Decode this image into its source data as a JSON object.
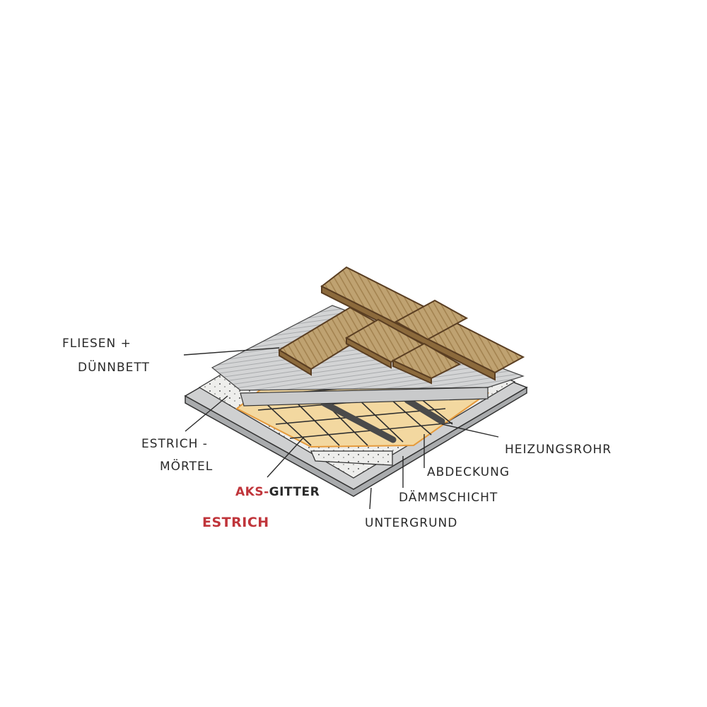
{
  "diagram": {
    "title": "",
    "subject": "Fußbodenaufbau mit Fußbodenheizung (Schnittdarstellung)",
    "colors": {
      "tile": "#b89a6a",
      "tile_edge": "#5a3e22",
      "screed": "#c9cacb",
      "mortar": "#e6e6e4",
      "insulation": "#f2d79a",
      "insulation_edge": "#e59a3c",
      "pipe": "#4a4a4a",
      "grid": "#2f2f2f",
      "label_ink": "#2a2a2a",
      "label_red": "#c0353b"
    },
    "labels": {
      "fliesen_line1": "Fliesen +",
      "fliesen_line2": "Dünnbett",
      "estrich_line1": "Estrich -",
      "estrich_line2": "Mörtel",
      "aks_red": "AKS-",
      "aks_dark": "Gitter",
      "estrich_red": "Estrich",
      "heizungsrohr": "Heizungsrohr",
      "abdeckung": "Abdeckung",
      "daemmschicht": "Dämmschicht",
      "untergrund": "Untergrund"
    }
  }
}
